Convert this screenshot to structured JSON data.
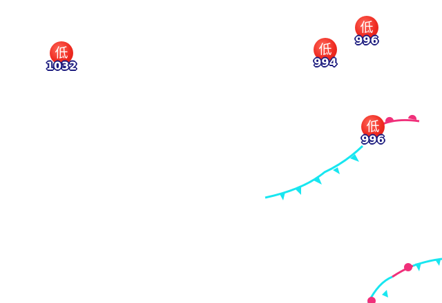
{
  "pressure_centers": [
    {
      "type_label": "低",
      "pressure": "1032"
    },
    {
      "type_label": "低",
      "pressure": "994"
    },
    {
      "type_label": "低",
      "pressure": "996"
    },
    {
      "type_label": "低",
      "pressure": "996"
    }
  ],
  "colors": {
    "cold_front": "#18e6f0",
    "warm_front": "#f0307a",
    "low_center": "#ef2c22",
    "pressure_text_outline": "#1b1b7e"
  }
}
